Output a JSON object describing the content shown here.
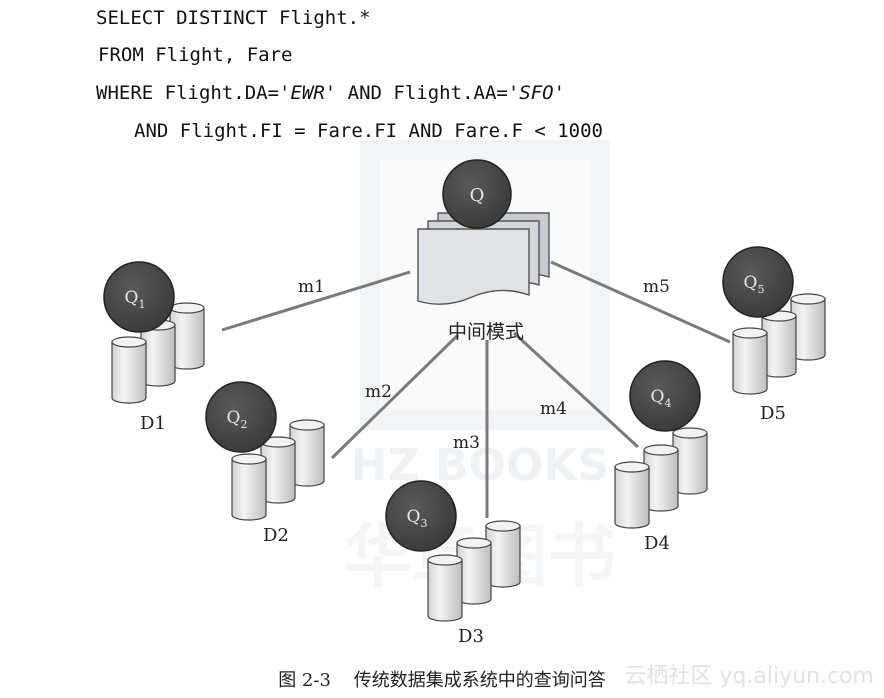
{
  "sql": {
    "kw_select": "SELECT DISTINCT Flight.*",
    "kw_from": "FROM Flight, Fare",
    "where_prefix": "WHERE Flight.DA='",
    "where_lit1": "EWR",
    "where_mid": "' AND Flight.AA='",
    "where_lit2": "SFO",
    "where_suffix": "'",
    "and_line": "AND Flight.FI = Fare.FI AND Fare.F < 1000"
  },
  "mediator": {
    "query": "Q",
    "label": "中间模式"
  },
  "links": [
    "m1",
    "m2",
    "m3",
    "m4",
    "m5"
  ],
  "sources": [
    {
      "q": "Q",
      "sub": "1",
      "label": "D1"
    },
    {
      "q": "Q",
      "sub": "2",
      "label": "D2"
    },
    {
      "q": "Q",
      "sub": "3",
      "label": "D3"
    },
    {
      "q": "Q",
      "sub": "4",
      "label": "D4"
    },
    {
      "q": "Q",
      "sub": "5",
      "label": "D5"
    }
  ],
  "watermark": {
    "brand": "HZ BOOKS",
    "publisher": "华章图书",
    "site": "云栖社区 yq.aliyun.com"
  },
  "caption": "图 2-3    传统数据集成系统中的查询问答",
  "colors": {
    "line": "#7a7a7a",
    "query_circle": "#4a4a4a",
    "cylinder": "#e6e6e6",
    "doc": "#cfd3d8"
  }
}
